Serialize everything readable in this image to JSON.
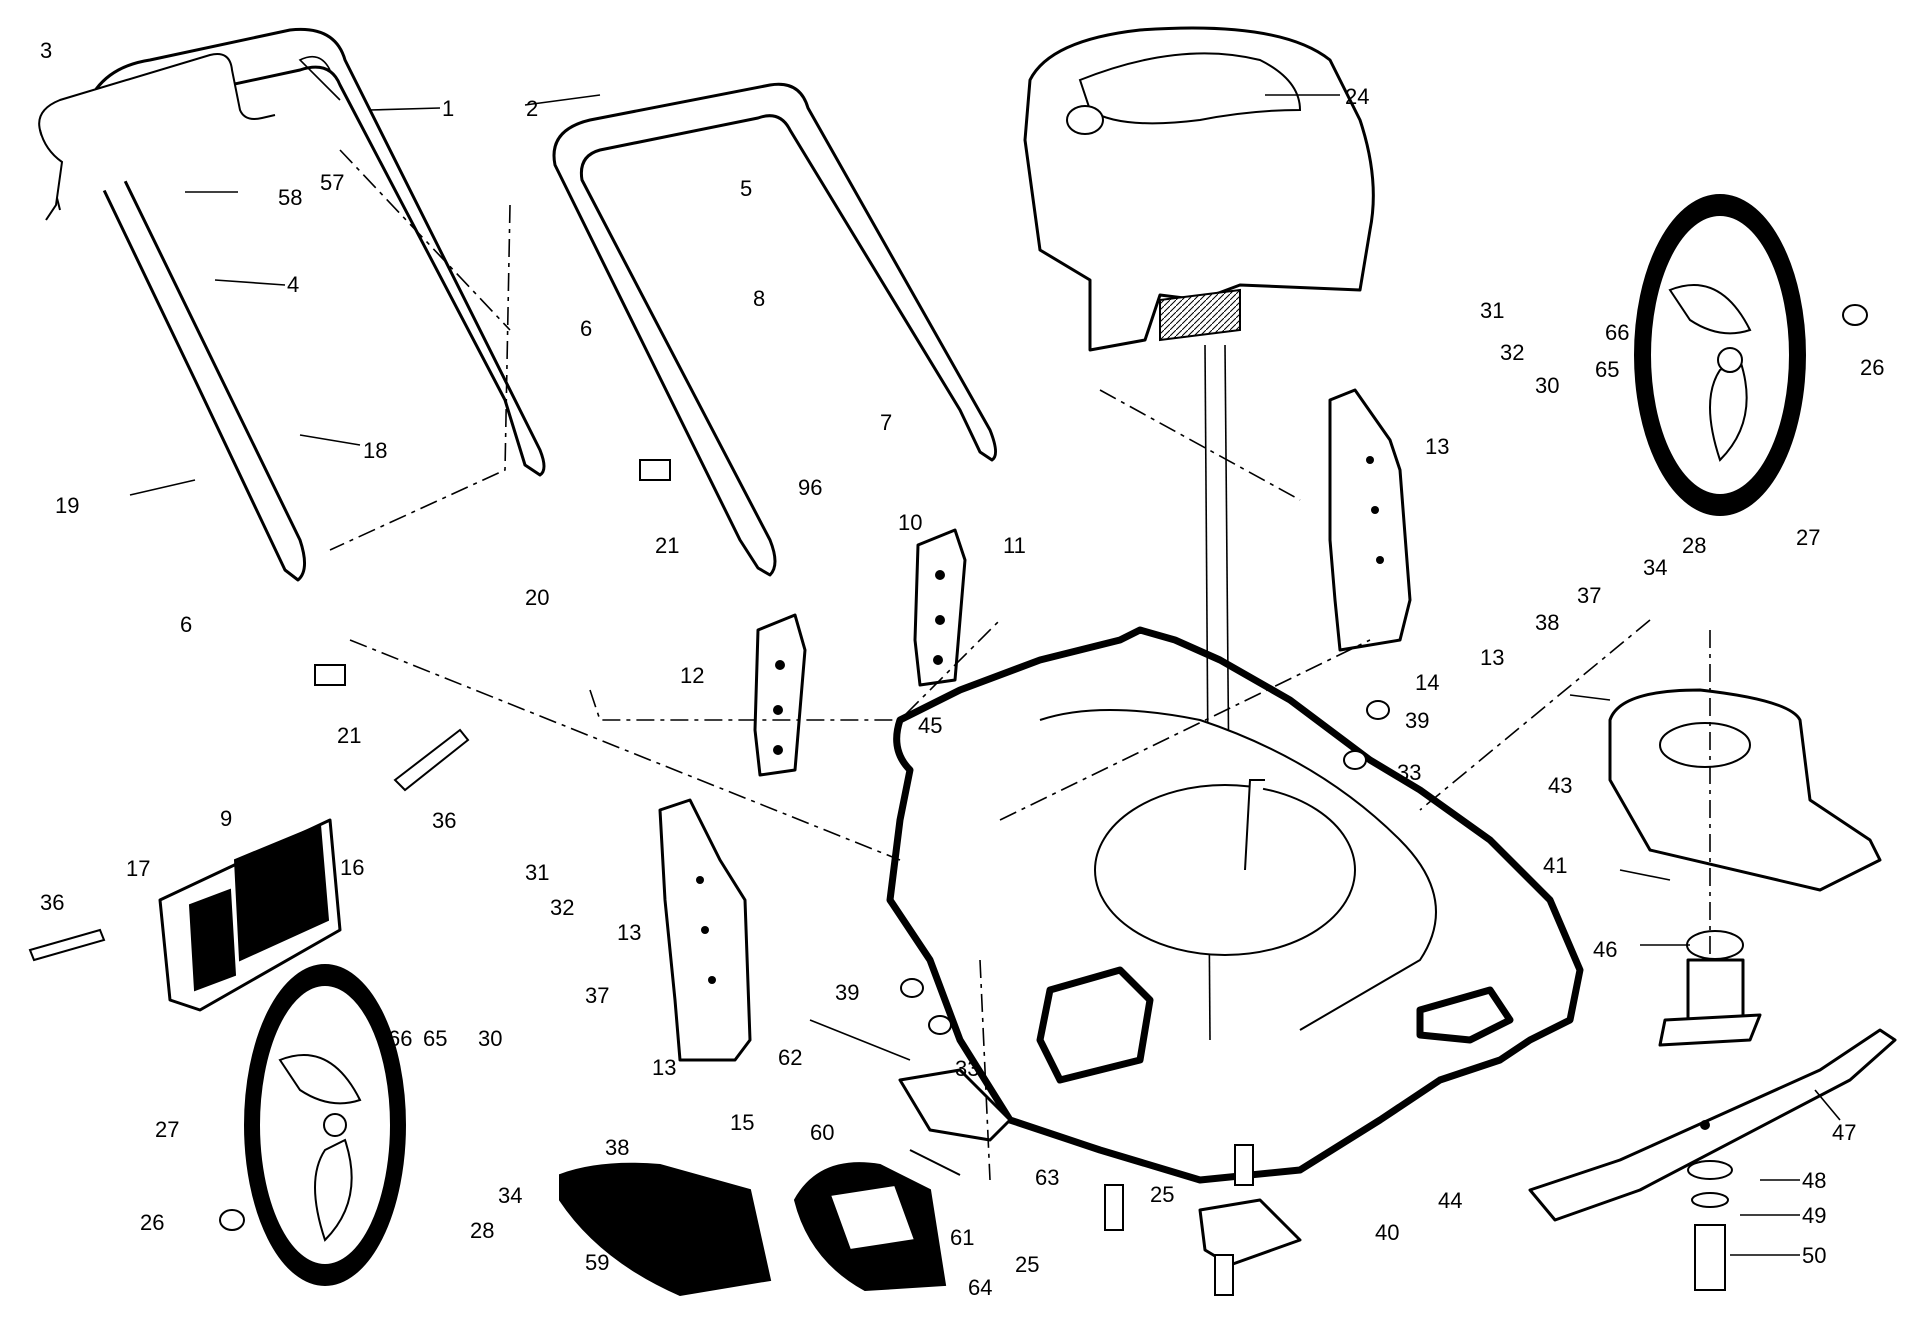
{
  "callouts": [
    {
      "id": "c1",
      "label": "1"
    },
    {
      "id": "c2",
      "label": "2"
    },
    {
      "id": "c3",
      "label": "3"
    },
    {
      "id": "c4",
      "label": "4"
    },
    {
      "id": "c5",
      "label": "5"
    },
    {
      "id": "c6a",
      "label": "6"
    },
    {
      "id": "c6b",
      "label": "6"
    },
    {
      "id": "c7",
      "label": "7"
    },
    {
      "id": "c8",
      "label": "8"
    },
    {
      "id": "c9",
      "label": "9"
    },
    {
      "id": "c10",
      "label": "10"
    },
    {
      "id": "c11",
      "label": "11"
    },
    {
      "id": "c12",
      "label": "12"
    },
    {
      "id": "c13a",
      "label": "13"
    },
    {
      "id": "c13b",
      "label": "13"
    },
    {
      "id": "c13c",
      "label": "13"
    },
    {
      "id": "c13d",
      "label": "13"
    },
    {
      "id": "c14",
      "label": "14"
    },
    {
      "id": "c15",
      "label": "15"
    },
    {
      "id": "c16",
      "label": "16"
    },
    {
      "id": "c17",
      "label": "17"
    },
    {
      "id": "c18",
      "label": "18"
    },
    {
      "id": "c19",
      "label": "19"
    },
    {
      "id": "c20",
      "label": "20"
    },
    {
      "id": "c21a",
      "label": "21"
    },
    {
      "id": "c21b",
      "label": "21"
    },
    {
      "id": "c24",
      "label": "24"
    },
    {
      "id": "c25a",
      "label": "25"
    },
    {
      "id": "c25b",
      "label": "25"
    },
    {
      "id": "c26a",
      "label": "26"
    },
    {
      "id": "c26b",
      "label": "26"
    },
    {
      "id": "c27a",
      "label": "27"
    },
    {
      "id": "c27b",
      "label": "27"
    },
    {
      "id": "c28a",
      "label": "28"
    },
    {
      "id": "c28b",
      "label": "28"
    },
    {
      "id": "c30a",
      "label": "30"
    },
    {
      "id": "c30b",
      "label": "30"
    },
    {
      "id": "c31a",
      "label": "31"
    },
    {
      "id": "c31b",
      "label": "31"
    },
    {
      "id": "c32a",
      "label": "32"
    },
    {
      "id": "c32b",
      "label": "32"
    },
    {
      "id": "c33a",
      "label": "33"
    },
    {
      "id": "c33b",
      "label": "33"
    },
    {
      "id": "c34a",
      "label": "34"
    },
    {
      "id": "c34b",
      "label": "34"
    },
    {
      "id": "c36a",
      "label": "36"
    },
    {
      "id": "c36b",
      "label": "36"
    },
    {
      "id": "c37a",
      "label": "37"
    },
    {
      "id": "c37b",
      "label": "37"
    },
    {
      "id": "c38a",
      "label": "38"
    },
    {
      "id": "c38b",
      "label": "38"
    },
    {
      "id": "c39a",
      "label": "39"
    },
    {
      "id": "c39b",
      "label": "39"
    },
    {
      "id": "c40",
      "label": "40"
    },
    {
      "id": "c41",
      "label": "41"
    },
    {
      "id": "c43",
      "label": "43"
    },
    {
      "id": "c44",
      "label": "44"
    },
    {
      "id": "c45",
      "label": "45"
    },
    {
      "id": "c46",
      "label": "46"
    },
    {
      "id": "c47",
      "label": "47"
    },
    {
      "id": "c48",
      "label": "48"
    },
    {
      "id": "c49",
      "label": "49"
    },
    {
      "id": "c50",
      "label": "50"
    },
    {
      "id": "c57",
      "label": "57"
    },
    {
      "id": "c58",
      "label": "58"
    },
    {
      "id": "c59",
      "label": "59"
    },
    {
      "id": "c60",
      "label": "60"
    },
    {
      "id": "c61",
      "label": "61"
    },
    {
      "id": "c62",
      "label": "62"
    },
    {
      "id": "c63",
      "label": "63"
    },
    {
      "id": "c64",
      "label": "64"
    },
    {
      "id": "c65a",
      "label": "65"
    },
    {
      "id": "c65b",
      "label": "65"
    },
    {
      "id": "c66a",
      "label": "66"
    },
    {
      "id": "c66b",
      "label": "66"
    },
    {
      "id": "c96",
      "label": "96"
    }
  ]
}
